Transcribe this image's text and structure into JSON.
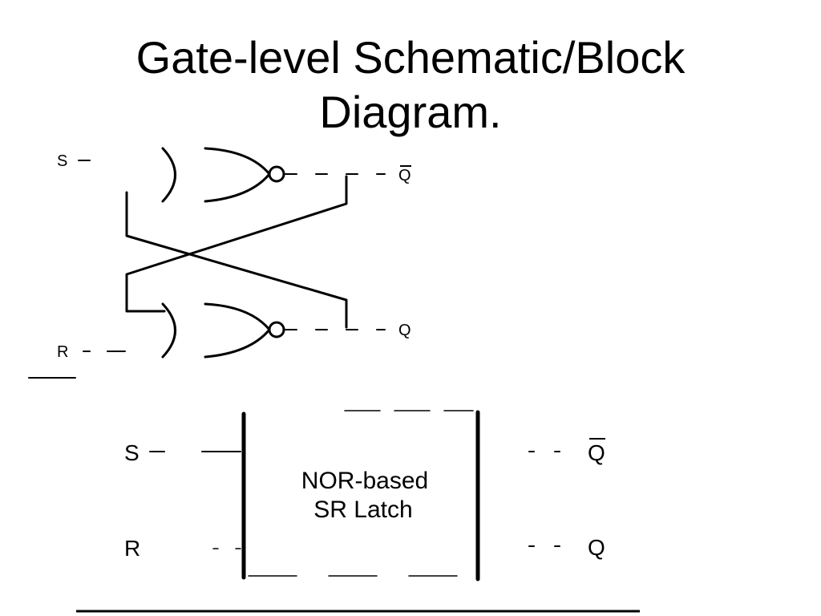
{
  "slide": {
    "title_line1": "Gate-level Schematic/Block",
    "title_line2": "Diagram."
  },
  "schematic": {
    "input_s": "S",
    "input_r": "R",
    "output_qbar": "Q",
    "output_q": "Q",
    "gate_type": "NOR"
  },
  "block": {
    "name_line1": "NOR-based",
    "name_line2": "SR Latch",
    "input_s": "S",
    "input_r": "R",
    "output_qbar": "Q",
    "output_q": "Q"
  }
}
